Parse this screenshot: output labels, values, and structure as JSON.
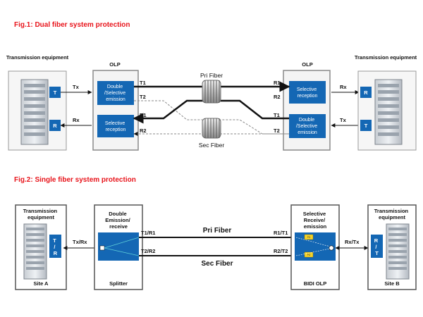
{
  "fig1": {
    "title": "Fig.1: Dual fiber system protection",
    "left_equipment": "Transmission equipment",
    "right_equipment": "Transmission equipment",
    "olp_left": "OLP",
    "olp_right": "OLP",
    "double_selective_emission": "Double /Selective emission",
    "selective_reception": "Selective reception",
    "ports": {
      "t1": "T1",
      "t2": "T2",
      "r1": "R1",
      "r2": "R2"
    },
    "pri_fiber": "Pri  Fiber",
    "sec_fiber": "Sec  Fiber",
    "tx": "Tx",
    "rx": "Rx",
    "t": "T",
    "r": "R"
  },
  "fig2": {
    "title": "Fig.2: Single fiber system protection",
    "left_equipment": "Transmission equipment",
    "right_equipment": "Transmission equipment",
    "site_a": "Site A",
    "site_b": "Site B",
    "tr_left": "T / R",
    "tr_right": "R / T",
    "txrx": "Tx/Rx",
    "rxtx": "Rx/Tx",
    "splitter_head": "Double Emission/ receive",
    "splitter": "Splitter",
    "bidi_head": "Selective Receive/ emission",
    "bidi_olp": "BIDI OLP",
    "t1r1": "T1/R1",
    "t2r2": "T2/R2",
    "r1t1": "R1/T1",
    "r2t2": "R2/T2",
    "pri_fiber": "Pri Fiber",
    "sec_fiber": "Sec Fiber",
    "pd": "PD"
  },
  "colors": {
    "accent": "#e8141b",
    "blue": "#1467b4",
    "frame": "#8a8a8a"
  }
}
